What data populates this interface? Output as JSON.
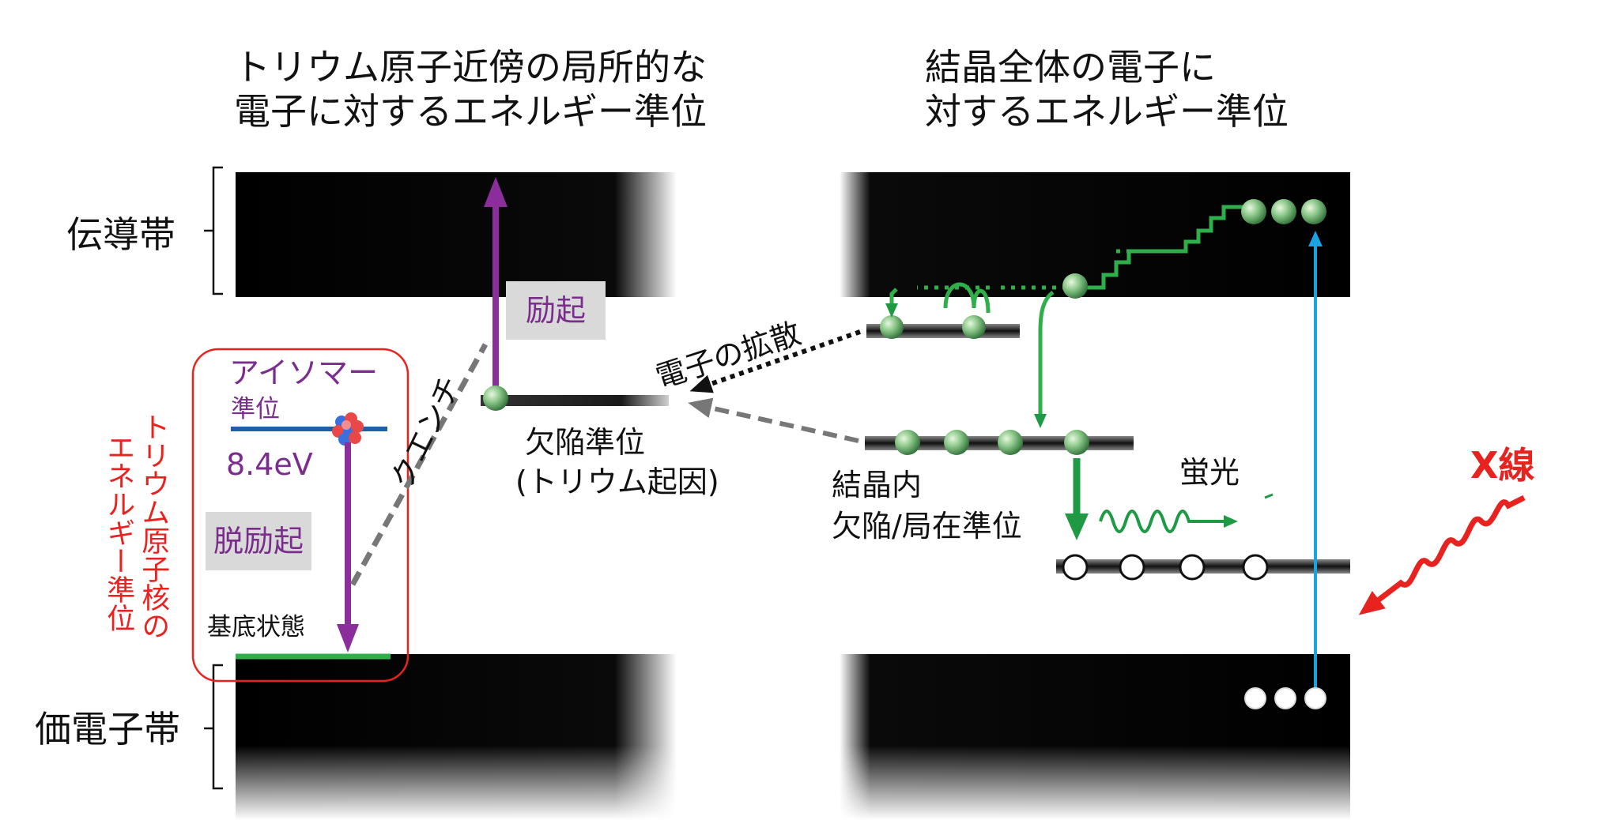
{
  "headings": {
    "left_line1": "トリウム原子近傍の局所的な",
    "left_line2": "電子に対するエネルギー準位",
    "right_line1": "結晶全体の電子に",
    "right_line2": "対するエネルギー準位"
  },
  "bands": {
    "conduction": "伝導帯",
    "valence": "価電子帯"
  },
  "nucleus": {
    "box_label_line1": "トリウム原子核の",
    "box_label_line2": "エネルギー準位",
    "isomer_line1": "アイソマー",
    "isomer_line2": "準位",
    "energy": "8.4eV",
    "ground": "基底状態",
    "deexcite": "脱励起"
  },
  "processes": {
    "excite": "励起",
    "quench": "クエンチ",
    "diffusion": "電子の拡散",
    "fluorescence": "蛍光",
    "xray": "X線"
  },
  "levels": {
    "defect_line1": "欠陥準位",
    "defect_line2": "(トリウム起因)",
    "crystal_line1": "結晶内",
    "crystal_line2": "欠陥/局在準位"
  },
  "colors": {
    "purple": "#8b2e9b",
    "red": "#e8231f",
    "green": "#1e9a45",
    "blue": "#1aa3e0",
    "orbit_green": "#2fae4a",
    "isomer_line": "#1f5fa8"
  }
}
